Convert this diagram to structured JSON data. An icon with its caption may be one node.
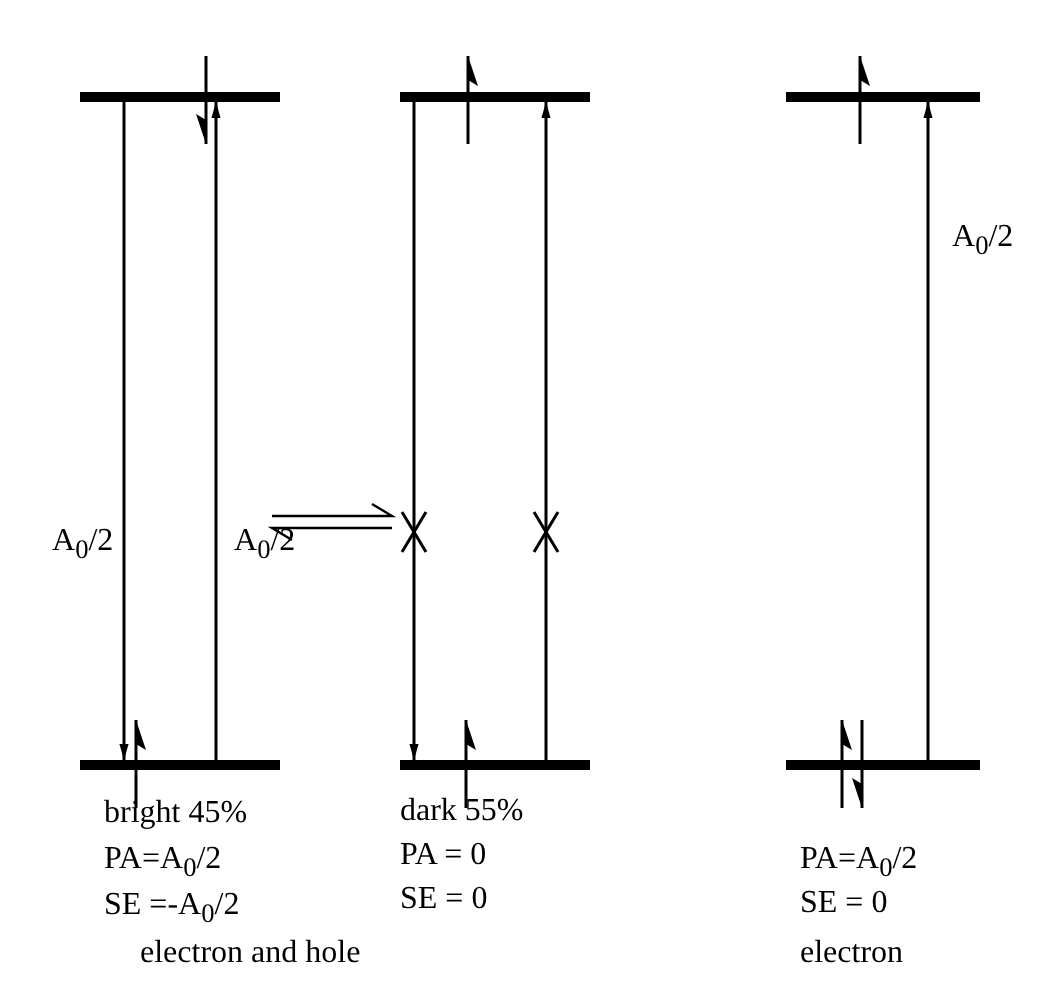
{
  "diagram": {
    "nodes": [
      {
        "text": [],
        "shape": "bar"
      },
      {
        "text": [],
        "shape": "bar"
      },
      {
        "text": [],
        "shape": "bar"
      },
      {
        "text": [],
        "shape": "bar"
      },
      {
        "text": [],
        "shape": "bar"
      },
      {
        "text": [],
        "shape": "bar"
      }
    ],
    "edges": [
      {
        "from": 0,
        "to": 1,
        "arrow": "to",
        "label": "A$_{0}$/2"
      },
      {
        "from": 1,
        "to": 0,
        "arrow": "to",
        "label": "A$_{0}$/2"
      },
      {
        "from": 2,
        "to": 3,
        "arrow": "to"
      },
      {
        "from": 3,
        "to": 2,
        "arrow": "to"
      },
      {
        "from": 5,
        "to": 4,
        "arrow": "to",
        "label": "A$_{0}$/2"
      }
    ],
    "labels": [
      "bright 45%",
      "PA=A$_{0}$/2",
      "SE =-A$_{0}$/2",
      "electron and hole",
      "dark 55%",
      "PA = 0",
      "SE = 0",
      "PA=A$_{0}$/2",
      "SE = 0",
      "electron"
    ]
  }
}
